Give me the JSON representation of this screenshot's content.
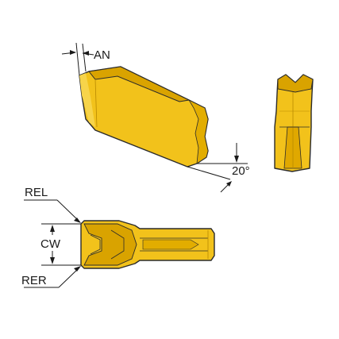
{
  "labels": {
    "an": "AN",
    "angle": "20°",
    "rel": "REL",
    "cw": "CW",
    "rer": "RER"
  },
  "colors": {
    "insert_yellow": "#f2c21b",
    "insert_shade": "#d9a300",
    "insert_dark": "#a87a00",
    "outline": "#2b2b2b",
    "line": "#1a1a1a"
  }
}
